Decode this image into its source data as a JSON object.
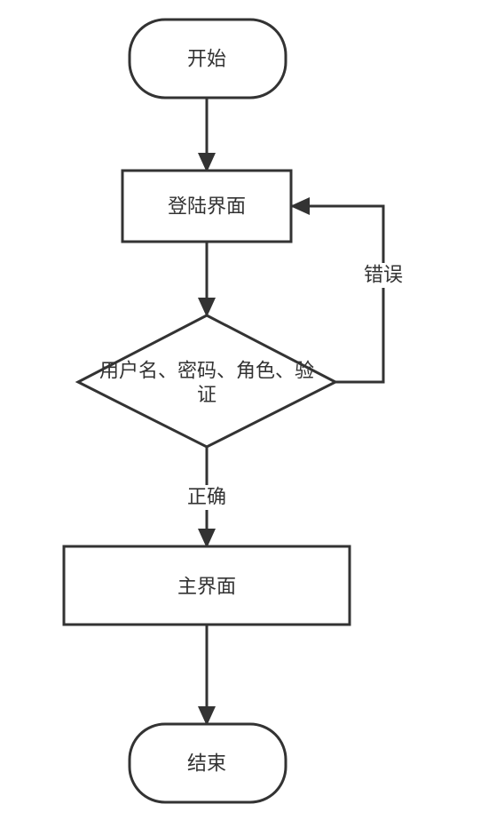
{
  "nodes": {
    "start": {
      "label": "开始"
    },
    "login": {
      "label": "登陆界面"
    },
    "validate": {
      "lines": [
        "用户名、密码、角色、验",
        "证"
      ]
    },
    "main": {
      "label": "主界面"
    },
    "end": {
      "label": "结束"
    }
  },
  "edges": {
    "error": {
      "label": "错误"
    },
    "correct": {
      "label": "正确"
    }
  },
  "colors": {
    "stroke": "#333333",
    "background": "#ffffff"
  }
}
